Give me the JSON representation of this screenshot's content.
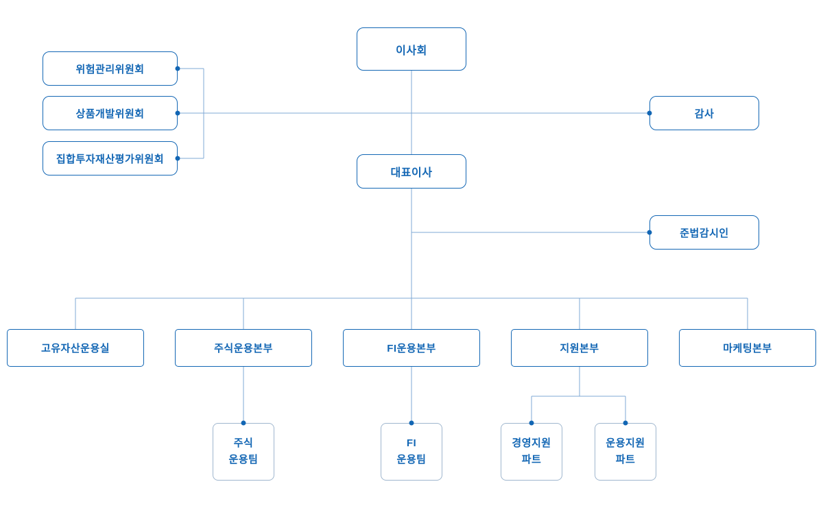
{
  "theme": {
    "background": "#ffffff",
    "node_border": "#1266b4",
    "node_text": "#1266b4",
    "sub_border": "#9fb6ce",
    "line_color": "#7fa9d6",
    "dot_color": "#1266b4"
  },
  "chart": {
    "type": "org-chart",
    "nodes": {
      "board": {
        "label": "이사회"
      },
      "risk_committee": {
        "label": "위험관리위원회"
      },
      "product_committee": {
        "label": "상품개발위원회"
      },
      "valuation_committee": {
        "label": "집합투자재산평가위원회"
      },
      "auditor": {
        "label": "감사"
      },
      "ceo": {
        "label": "대표이사"
      },
      "compliance_officer": {
        "label": "준법감시인"
      },
      "proprietary_asset_office": {
        "label": "고유자산운용실"
      },
      "equity_division": {
        "label": "주식운용본부"
      },
      "fi_division": {
        "label": "FI운용본부"
      },
      "support_division": {
        "label": "지원본부"
      },
      "marketing_division": {
        "label": "마케팅본부"
      },
      "equity_team": {
        "lines": [
          "주식",
          "운용팀"
        ]
      },
      "fi_team": {
        "lines": [
          "FI",
          "운용팀"
        ]
      },
      "management_support_part": {
        "lines": [
          "경영지원",
          "파트"
        ]
      },
      "operation_support_part": {
        "lines": [
          "운용지원",
          "파트"
        ]
      }
    }
  }
}
